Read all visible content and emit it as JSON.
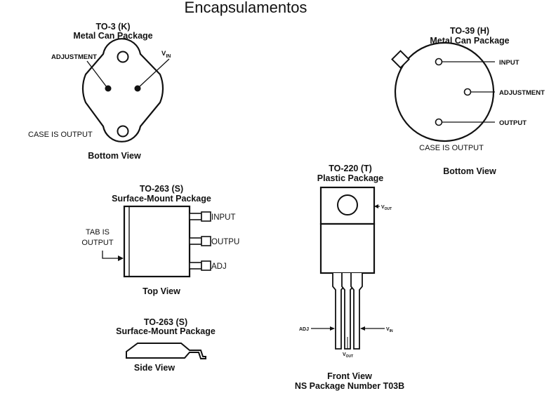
{
  "page_title": "Encapsulamentos",
  "to3": {
    "title": "TO-3 (K)",
    "subtitle": "Metal Can Package",
    "adjustment": "ADJUSTMENT",
    "vin_main": "V",
    "vin_sub": "IN",
    "case_note": "CASE IS OUTPUT",
    "view": "Bottom View"
  },
  "to39": {
    "title": "TO-39 (H)",
    "subtitle": "Metal Can Package",
    "input": "INPUT",
    "adjustment": "ADJUSTMENT",
    "output": "OUTPUT",
    "case_note": "CASE IS OUTPUT",
    "view": "Bottom View"
  },
  "to263_top": {
    "title": "TO-263 (S)",
    "subtitle": "Surface-Mount Package",
    "tab_line1": "TAB IS",
    "tab_line2": "OUTPUT",
    "input": "INPUT",
    "output": "OUTPU",
    "adj": "ADJ",
    "view": "Top View"
  },
  "to263_side": {
    "title": "TO-263 (S)",
    "subtitle": "Surface-Mount Package",
    "view": "Side View"
  },
  "to220": {
    "title": "TO-220 (T)",
    "subtitle": "Plastic Package",
    "vout_main": "V",
    "vout_sub": "OUT",
    "adj": "ADJ",
    "vin_main": "V",
    "vin_sub": "IN",
    "vout2_main": "V",
    "vout2_sub": "OUT",
    "view": "Front View",
    "package_number": "NS Package Number T03B"
  }
}
